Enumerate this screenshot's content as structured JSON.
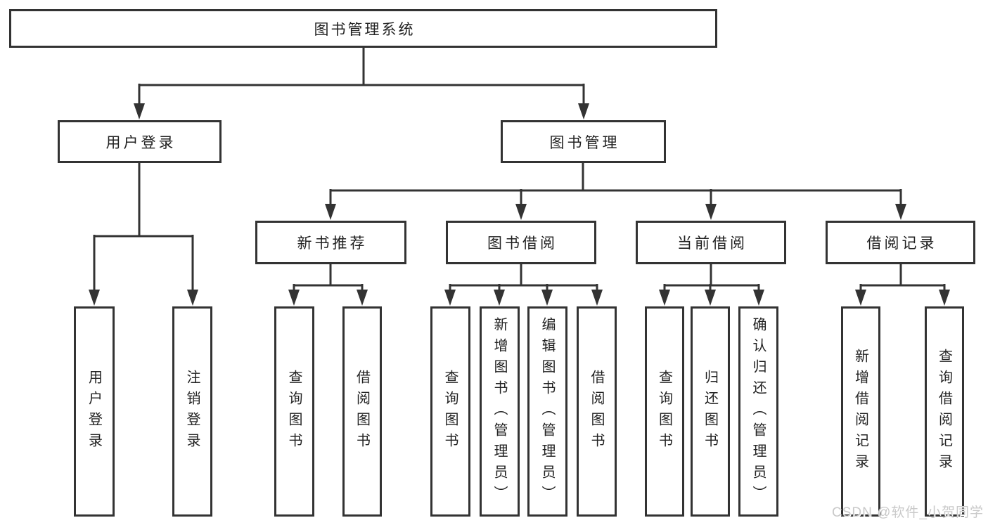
{
  "tree": {
    "root": {
      "label": "图书管理系统",
      "children": [
        {
          "label": "用户登录",
          "children": [
            {
              "label": "用户登录"
            },
            {
              "label": "注销登录"
            }
          ]
        },
        {
          "label": "图书管理",
          "children": [
            {
              "label": "新书推荐",
              "children": [
                {
                  "label": "查询图书"
                },
                {
                  "label": "借阅图书"
                }
              ]
            },
            {
              "label": "图书借阅",
              "children": [
                {
                  "label": "查询图书"
                },
                {
                  "label": "新增图书（管理员）"
                },
                {
                  "label": "编辑图书（管理员）"
                },
                {
                  "label": "借阅图书"
                }
              ]
            },
            {
              "label": "当前借阅",
              "children": [
                {
                  "label": "查询图书"
                },
                {
                  "label": "归还图书"
                },
                {
                  "label": "确认归还（管理员）"
                }
              ]
            },
            {
              "label": "借阅记录",
              "children": [
                {
                  "label": "新增借阅记录"
                },
                {
                  "label": "查询借阅记录"
                }
              ]
            }
          ]
        }
      ]
    }
  },
  "watermark": "CSDN @软件_小贺同学",
  "colors": {
    "stroke": "#333333",
    "box_background": "#ffffff",
    "text": "#222222",
    "watermark": "#c9c9c9"
  }
}
